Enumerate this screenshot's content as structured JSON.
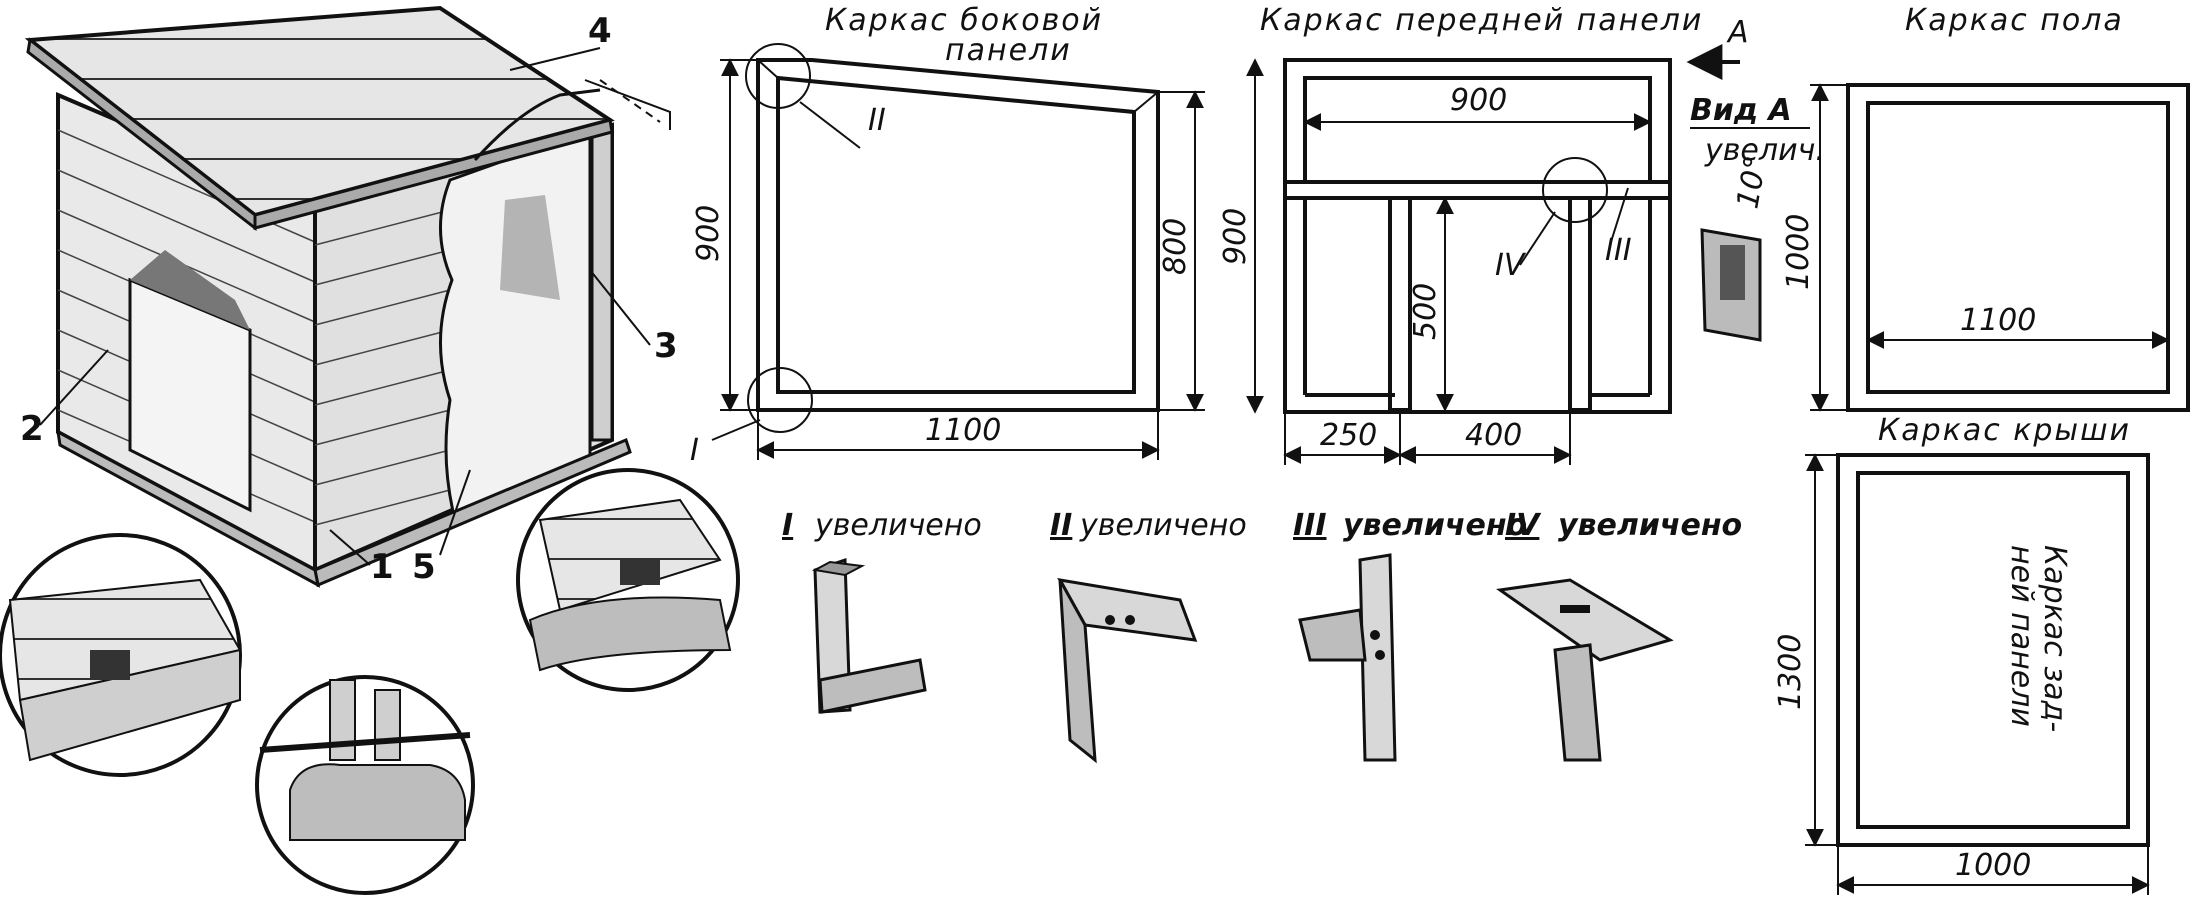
{
  "labels": {
    "side_frame_title_1": "Каркас боковой",
    "side_frame_title_2": "панели",
    "front_frame_title": "Каркас передней панели",
    "floor_frame_title": "Каркас пола",
    "roof_frame_title": "Каркас крыши",
    "back_panel_label_1": "Каркас зад-",
    "back_panel_label_2": "ней панели",
    "view_arrow": "A",
    "view_a_1": "Вид A",
    "view_a_2": "увелич.",
    "angle": "10°"
  },
  "dimensions": {
    "side_height_left": "900",
    "side_height_right": "800",
    "side_width": "1100",
    "front_width": "900",
    "front_height": "900",
    "front_door_height": "500",
    "front_left_offset": "250",
    "front_door_width": "400",
    "floor_width": "1100",
    "floor_depth": "1000",
    "roof_length": "1300",
    "roof_width": "1000"
  },
  "callouts": {
    "c1": "I",
    "c2": "II",
    "c3": "III",
    "c4": "IV"
  },
  "details": {
    "d1_num": "I",
    "d1_text": "увеличено",
    "d2_num": "II",
    "d2_text": "увеличено",
    "d3_num": "III",
    "d3_text": "увеличено",
    "d4_num": "IV",
    "d4_text": "увеличено"
  },
  "parts": {
    "p1": "1",
    "p2": "2",
    "p3": "3",
    "p4": "4",
    "p5": "5"
  }
}
